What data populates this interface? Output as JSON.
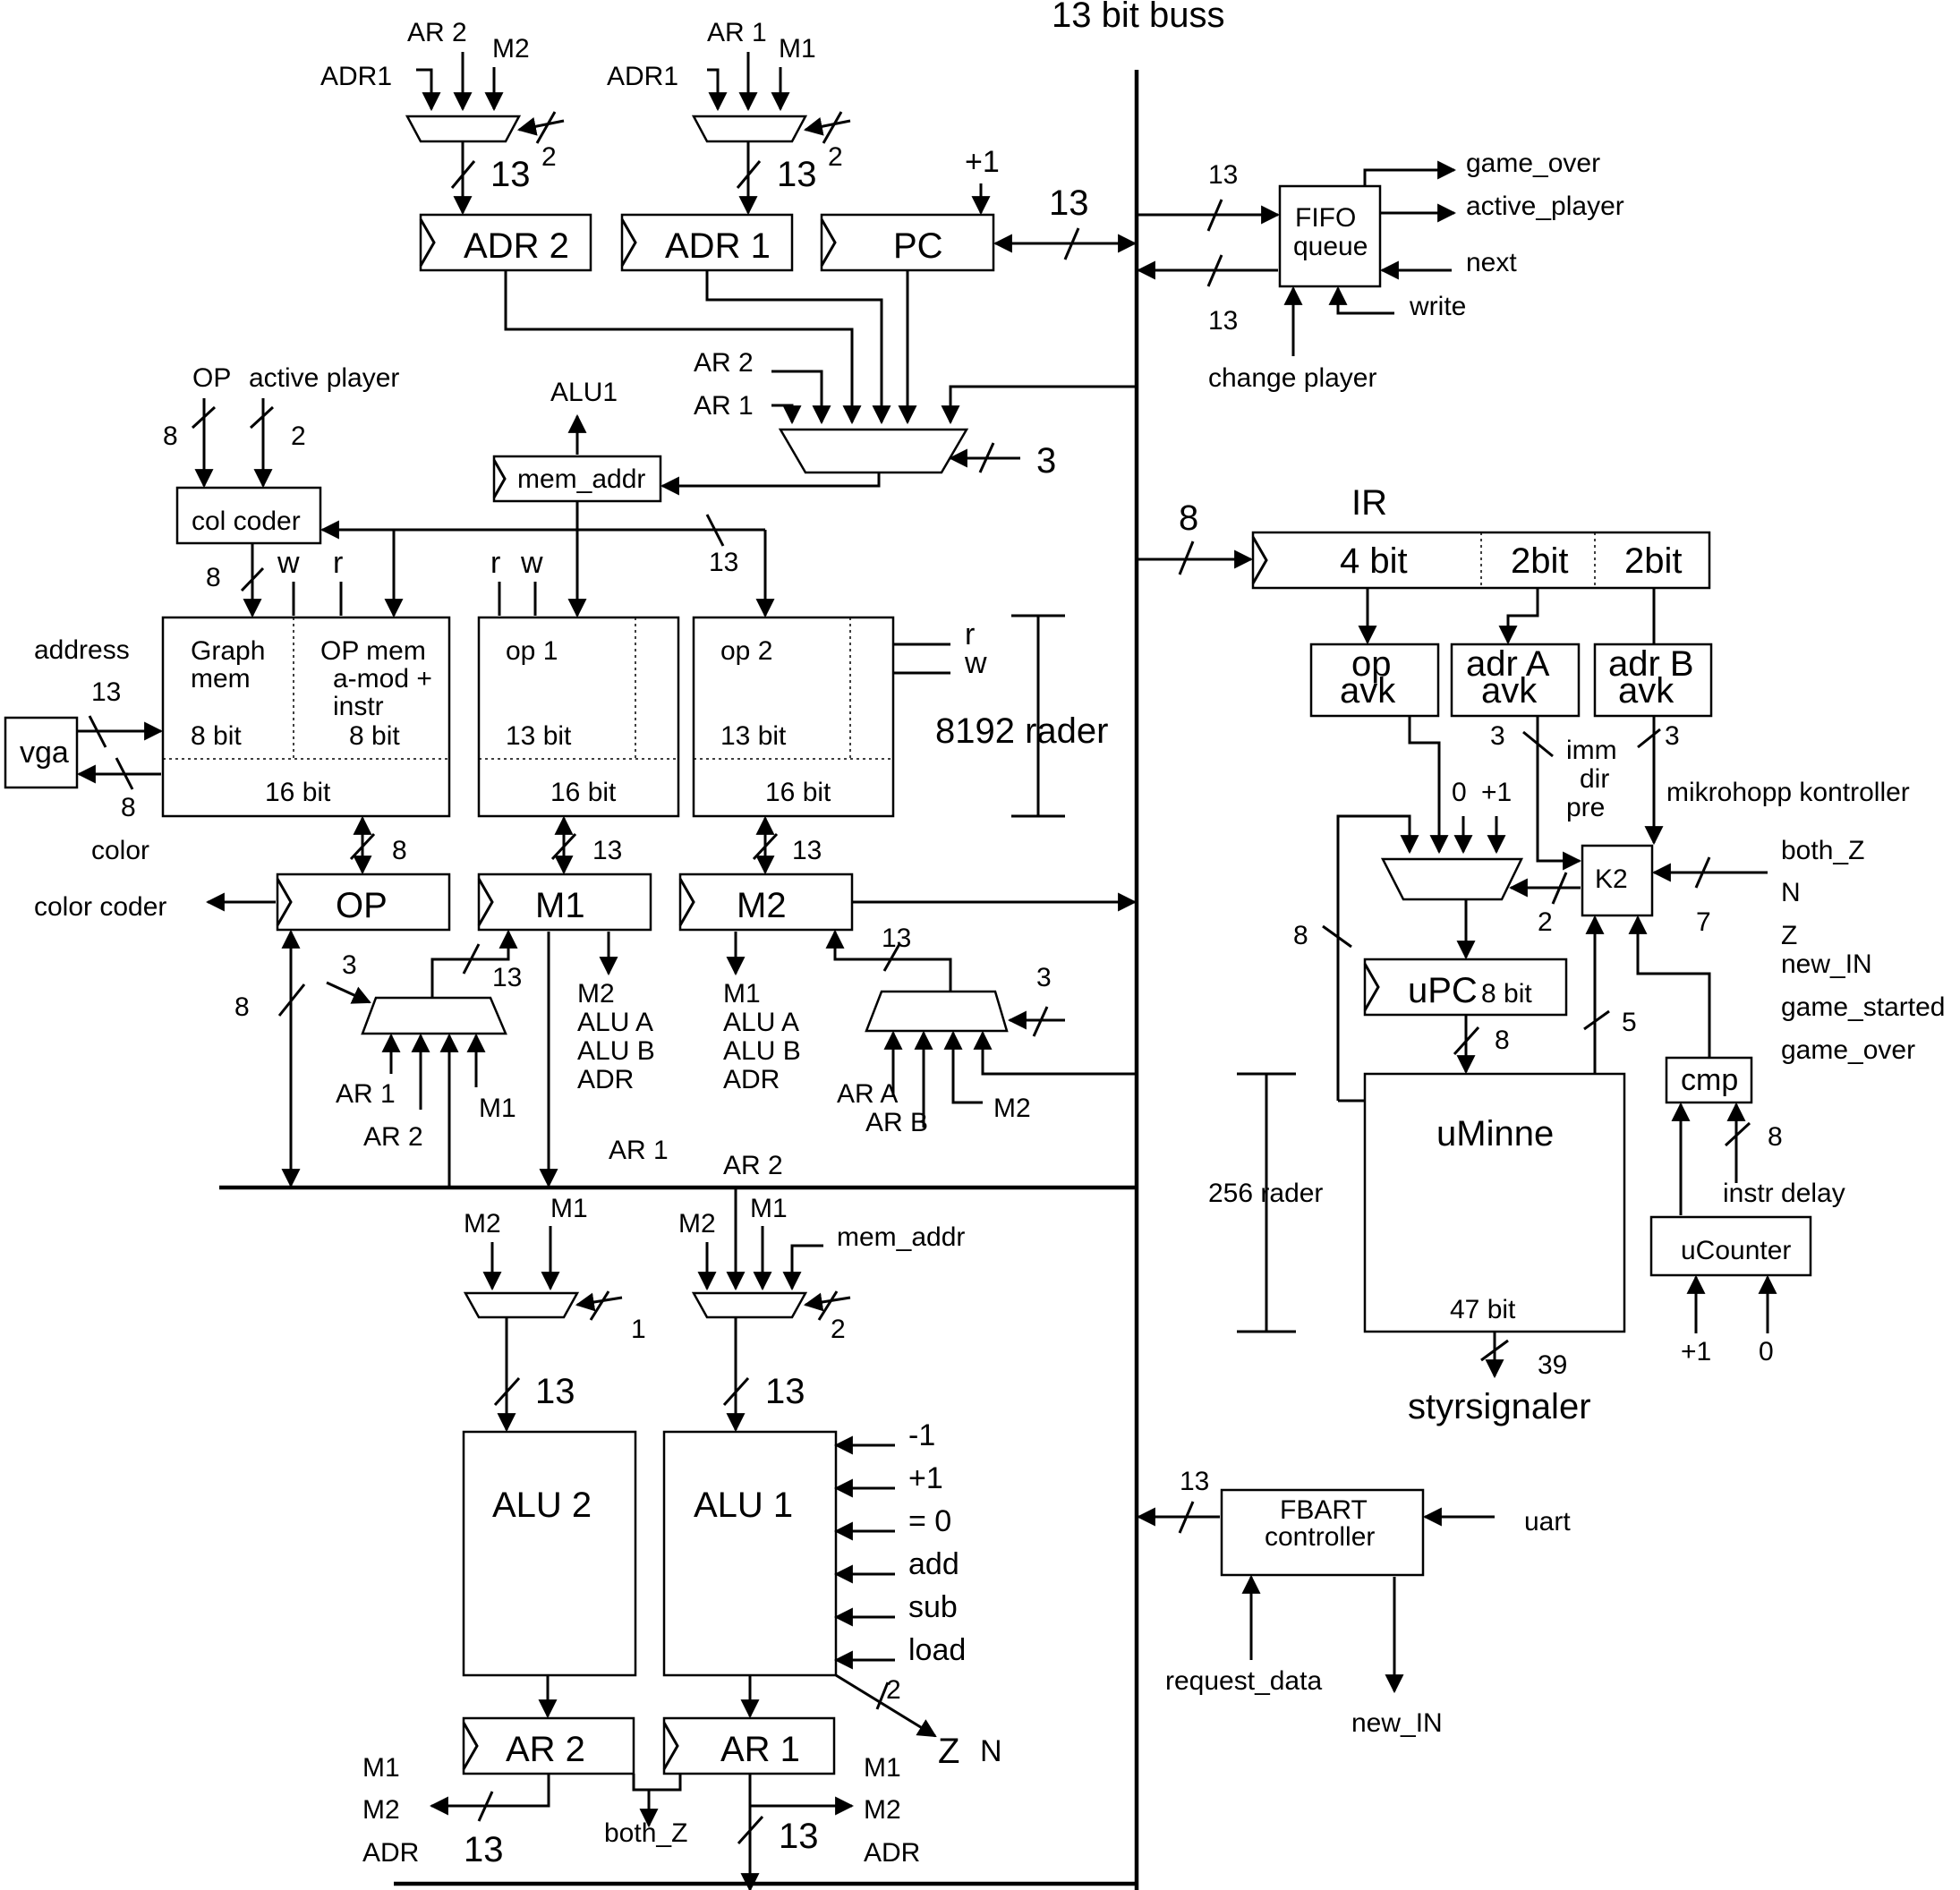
{
  "bus": {
    "main_label": "13 bit buss",
    "width_13": "13",
    "width_8": "8",
    "width_3": "3",
    "width_2": "2",
    "width_5": "5",
    "width_7": "7",
    "width_39": "39",
    "width_1": "1"
  },
  "registers": {
    "adr2": "ADR 2",
    "adr1": "ADR 1",
    "pc": "PC",
    "op": "OP",
    "m1": "M1",
    "m2": "M2",
    "mem_addr": "mem_addr",
    "ar2": "AR 2",
    "ar1": "AR 1",
    "upc": "uPC",
    "upc_width": "8 bit"
  },
  "signals": {
    "ar1": "AR 1",
    "ar2": "AR 2",
    "m1": "M1",
    "m2": "M2",
    "adr1": "ADR1",
    "adr": "ADR",
    "alu_a": "ALU A",
    "alu_b": "ALU B",
    "ar_a": "AR A",
    "ar_b": "AR B",
    "alu1": "ALU1",
    "plus1": "+1",
    "zero": "0",
    "op": "OP",
    "active_player": "active player",
    "address": "address",
    "color": "color",
    "color_coder": "color coder",
    "r": "r",
    "w": "w",
    "mem_addr": "mem_addr",
    "both_z": "both_Z",
    "z": "Z",
    "n": "N",
    "new_in": "new_IN",
    "game_started": "game_started",
    "game_over": "game_over",
    "game_over_out": "game_over",
    "active_player_out": "active_player",
    "next": "next",
    "write": "write",
    "change_player": "change player",
    "uart": "uart",
    "request_data": "request_data",
    "instr_delay": "instr delay",
    "imm": "imm",
    "dir": "dir",
    "pre": "pre",
    "mikrohopp": "mikrohopp kontroller",
    "styrsignaler": "styrsignaler"
  },
  "memory": {
    "graph_mem_line1": "Graph",
    "graph_mem_line2": "mem",
    "opmem_line1": "OP mem",
    "opmem_line2": "a-mod +",
    "opmem_line3": "instr",
    "bits8": "8 bit",
    "bits13": "13 bit",
    "bits16": "16 bit",
    "op1": "op 1",
    "op2": "op 2",
    "rows": "8192 rader",
    "col_coder": "col coder",
    "vga": "vga"
  },
  "alu": {
    "alu2": "ALU 2",
    "alu1": "ALU 1",
    "ops": [
      "-1",
      "+1",
      "= 0",
      "add",
      "sub",
      "load"
    ]
  },
  "ir": {
    "label": "IR",
    "f4": "4 bit",
    "f2a": "2bit",
    "f2b": "2bit",
    "op_avk_1": "op",
    "op_avk_2": "avk",
    "adra_1": "adr A",
    "adra_2": "avk",
    "adrb_1": "adr B",
    "adrb_2": "avk"
  },
  "control": {
    "k2": "K2",
    "cmp": "cmp",
    "uminne": "uMinne",
    "uminne_width": "47 bit",
    "rows256": "256 rader",
    "ucounter": "uCounter"
  },
  "io": {
    "fifo1": "FIFO",
    "fifo2": "queue",
    "fbart1": "FBART",
    "fbart2": "controller"
  }
}
